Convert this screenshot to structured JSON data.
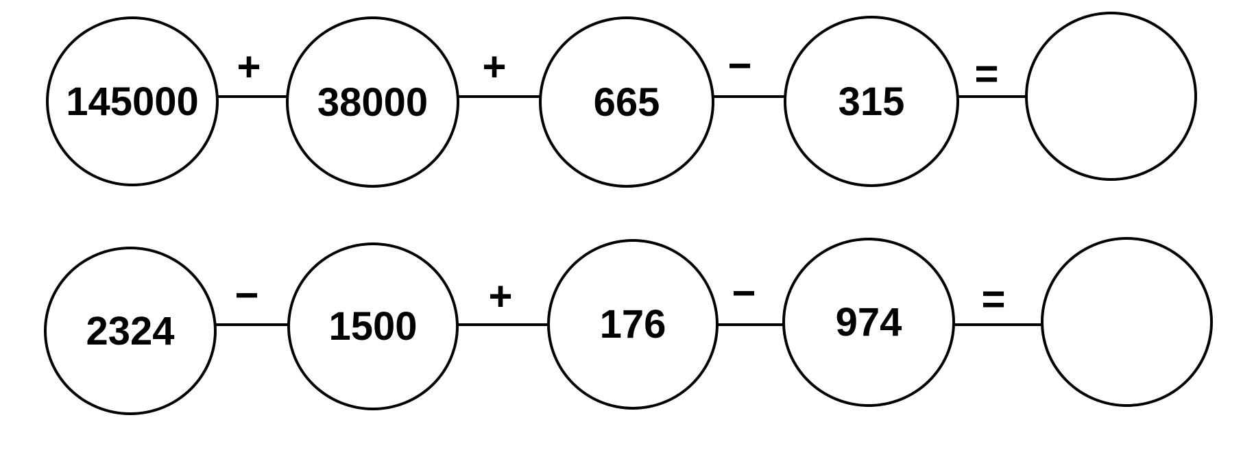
{
  "rows": [
    {
      "nodes": [
        "145000",
        "38000",
        "665",
        "315"
      ],
      "operators": [
        "+",
        "+",
        "−",
        "="
      ],
      "answer": ""
    },
    {
      "nodes": [
        "2324",
        "1500",
        "176",
        "974"
      ],
      "operators": [
        "−",
        "+",
        "−",
        "="
      ],
      "answer": ""
    }
  ],
  "colors": {
    "stroke": "#000000",
    "background": "#ffffff"
  }
}
